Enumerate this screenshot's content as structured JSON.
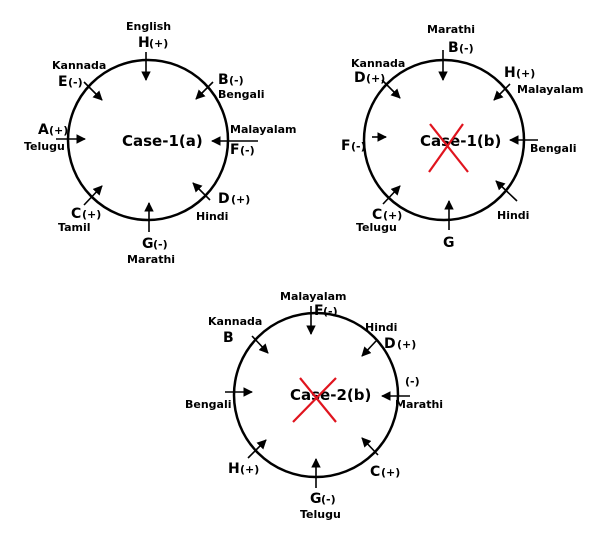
{
  "case1a": {
    "title": "Case-1(a)",
    "english": "English",
    "h_letter": "H",
    "h_sign": "(+)",
    "kannada": "Kannada",
    "e_letter": "E",
    "e_sign": "(-)",
    "b_letter": "B",
    "b_sign": "(-)",
    "bengali": "Bengali",
    "a_letter": "A",
    "a_sign": "(+)",
    "telugu": "Telugu",
    "malayalam": "Malayalam",
    "f_letter": "F",
    "f_sign": "(-)",
    "c_letter": "C",
    "c_sign": "(+)",
    "tamil": "Tamil",
    "d_letter": "D",
    "d_sign": "(+)",
    "hindi": "Hindi",
    "g_letter": "G",
    "g_sign": "(-)",
    "marathi": "Marathi"
  },
  "case1b": {
    "title": "Case-1(b)",
    "marathi": "Marathi",
    "b_letter": "B",
    "b_sign": "(-)",
    "kannada": "Kannada",
    "d_letter": "D",
    "d_sign": "(+)",
    "h_letter": "H",
    "h_sign": "(+)",
    "malayalam": "Malayalam",
    "f_letter": "F",
    "f_sign": "(-)",
    "bengali": "Bengali",
    "c_letter": "C",
    "c_sign": "(+)",
    "telugu": "Telugu",
    "hindi": "Hindi",
    "g_letter": "G"
  },
  "case2b": {
    "title": "Case-2(b)",
    "malayalam": "Malayalam",
    "f_letter": "F",
    "f_sign": "(-)",
    "kannada": "Kannada",
    "b_letter": "B",
    "hindi": "Hindi",
    "d_letter": "D",
    "d_sign": "(+)",
    "bengali": "Bengali",
    "minus_sign": "(-)",
    "marathi": "Marathi",
    "h_letter": "H",
    "h_sign": "(+)",
    "c_letter": "C",
    "c_sign": "(+)",
    "g_letter": "G",
    "g_sign": "(-)",
    "telugu": "Telugu"
  },
  "colors": {
    "ring": "#000000",
    "cross": "#e0141e"
  }
}
